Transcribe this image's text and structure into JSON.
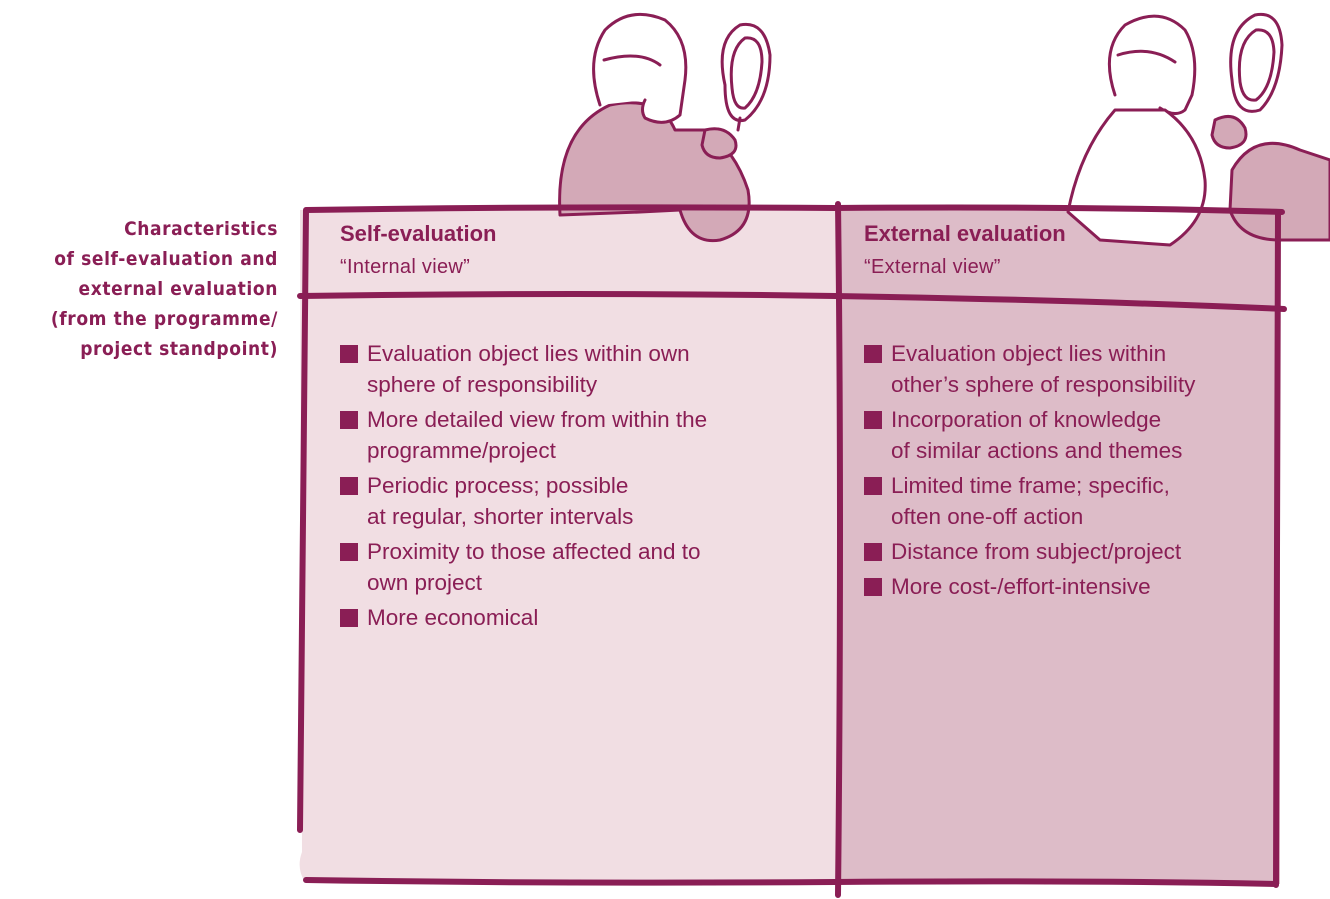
{
  "caption": {
    "lines": [
      "Characteristics",
      "of self-evaluation and",
      "external evaluation",
      "(from the programme/",
      "project standpoint)"
    ]
  },
  "columns": [
    {
      "title": "Self-evaluation",
      "subtitle": "“Internal view”",
      "items": [
        [
          "Evaluation object lies within own",
          "sphere of responsibility"
        ],
        [
          "More detailed view from within the",
          "programme/project"
        ],
        [
          "Periodic process; possible",
          "at regular, shorter intervals"
        ],
        [
          "Proximity to those affected and to",
          "own project"
        ],
        [
          "More economical"
        ]
      ]
    },
    {
      "title": "External evaluation",
      "subtitle": "“External view”",
      "items": [
        [
          "Evaluation object lies within",
          "other’s sphere of responsibility"
        ],
        [
          "Incorporation of knowledge",
          "of similar actions and themes"
        ],
        [
          "Limited time frame; specific,",
          "often one-off action"
        ],
        [
          "Distance from subject/project"
        ],
        [
          "More cost-/effort-intensive"
        ]
      ]
    }
  ],
  "colors": {
    "accent": "#8a1e55",
    "panel_left": "#f1dee3",
    "panel_right": "#ddbcc8",
    "figure_fill": "#d3a9b7"
  }
}
